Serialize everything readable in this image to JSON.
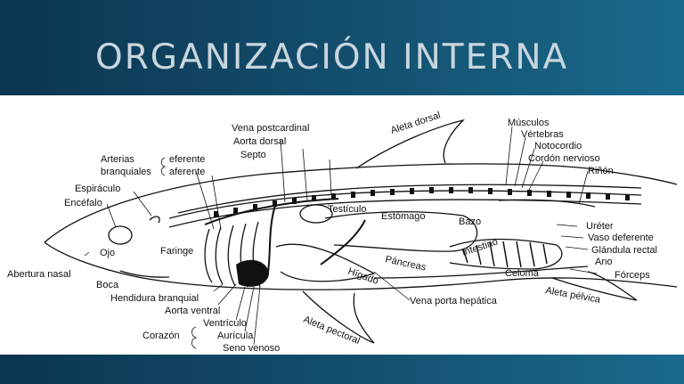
{
  "slide": {
    "title": "ORGANIZACIÓN INTERNA"
  },
  "labels": {
    "vena_postcardinal": "Vena postcardinal",
    "aorta_dorsal": "Aorta dorsal",
    "septo": "Septo",
    "aleta_dorsal": "Aleta dorsal",
    "musculos": "Músculos",
    "vertebras": "Vértebras",
    "notocordio": "Notocordio",
    "cordon_nervioso": "Cordón nervioso",
    "rinon": "Riñón",
    "arterias": "Arterias",
    "branquiales": "branquiales",
    "eferente": "eferente",
    "aferente": "aferente",
    "espiraculo": "Espiráculo",
    "encefalo": "Encéfalo",
    "testiculo": "Testículo",
    "estomago": "Estómago",
    "bazo": "Bazo",
    "ureter": "Uréter",
    "vaso_deferente": "Vaso deferente",
    "glandula_rectal": "Glándula rectal",
    "ano": "Ano",
    "forceps": "Fórceps",
    "ojo": "Ojo",
    "faringe": "Faringe",
    "abertura_nasal": "Abertura nasal",
    "boca": "Boca",
    "pancreas": "Páncreas",
    "intestino": "Intestino",
    "higado": "Hígado",
    "celoma": "Celoma",
    "aleta_pelvica": "Aleta pélvica",
    "hendidura_branquial": "Hendidura branquial",
    "aorta_ventral": "Aorta ventral",
    "vena_porta_hepatica": "Vena porta hepática",
    "corazon": "Corazón",
    "ventriculo": "Ventrículo",
    "auricula": "Aurícula",
    "seno_venoso": "Seno venoso",
    "aleta_pectoral": "Aleta pectoral"
  },
  "colors": {
    "band": "#145373",
    "title": "#c9d6de",
    "ink": "#111111"
  }
}
